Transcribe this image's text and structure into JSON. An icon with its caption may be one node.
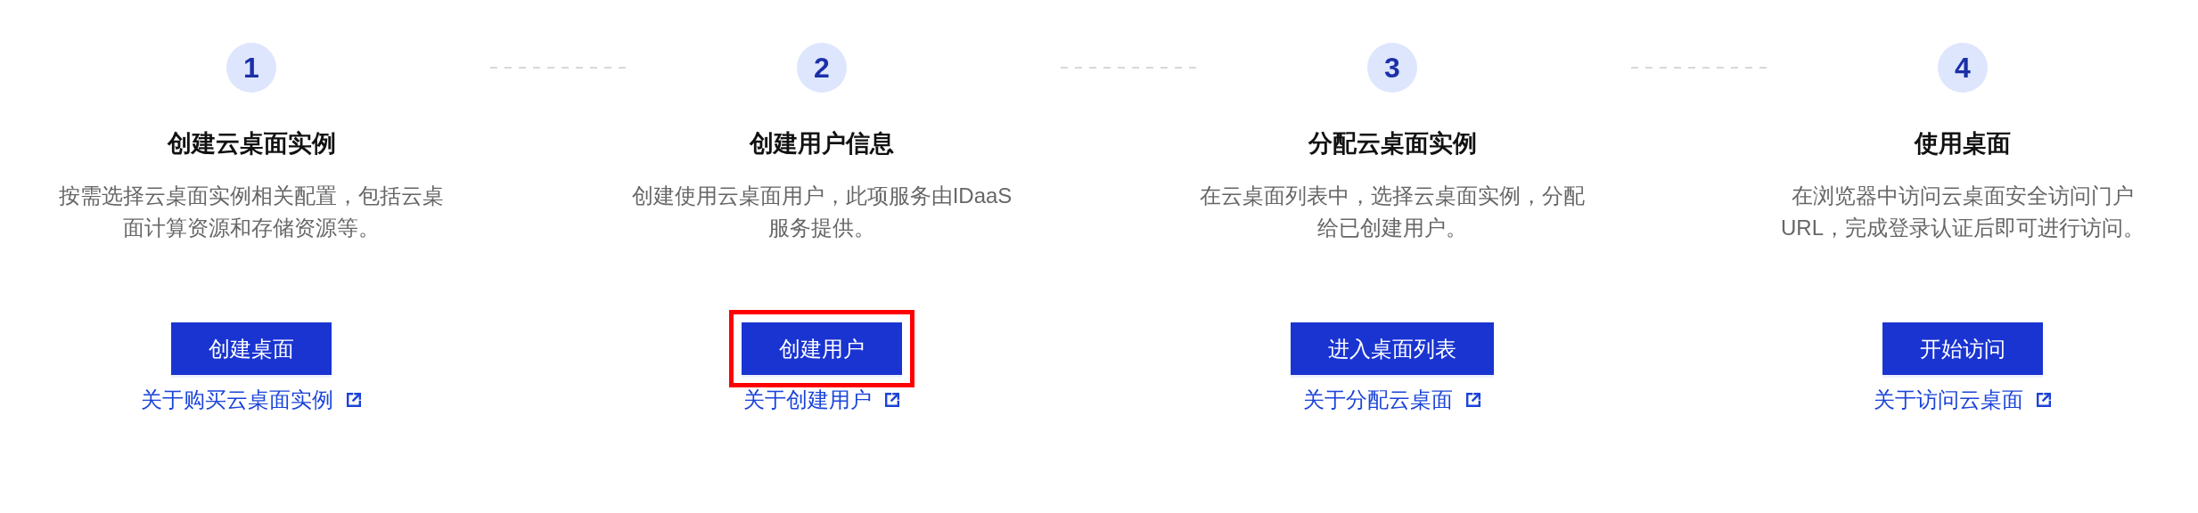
{
  "diagram": {
    "nodes": [
      {
        "text": [
          "1"
        ],
        "beside": [
          "创建云桌面实例",
          "按需选择云桌面实例相关配置，包括云桌面计算资源和存储资源等。"
        ]
      },
      {
        "text": [
          "创建桌面"
        ],
        "beside": [
          "关于购买云桌面实例"
        ]
      },
      {
        "text": [
          "2"
        ],
        "beside": [
          "创建用户信息",
          "创建使用云桌面用户，此项服务由IDaaS服务提供。"
        ]
      },
      {
        "text": [],
        "shape": "box"
      },
      {
        "text": [
          "创建用户"
        ],
        "in": 3,
        "beside": [
          "关于创建用户"
        ]
      },
      {
        "text": [
          "3"
        ],
        "beside": [
          "分配云桌面实例",
          "在云桌面列表中，选择云桌面实例，分配给已创建用户。"
        ]
      },
      {
        "text": [
          "进入桌面列表"
        ],
        "beside": [
          "关于分配云桌面"
        ]
      },
      {
        "text": [
          "4"
        ],
        "beside": [
          "使用桌面",
          "在浏览器中访问云桌面安全访问门户URL，完成登录认证后即可进行访问。"
        ]
      },
      {
        "text": [
          "开始访问"
        ],
        "beside": [
          "关于访问云桌面"
        ]
      }
    ],
    "edges": [
      {
        "from": 0,
        "to": 2,
        "arrow": "none",
        "style": "dashed"
      },
      {
        "from": 2,
        "to": 5,
        "arrow": "none",
        "style": "dashed"
      },
      {
        "from": 5,
        "to": 7,
        "arrow": "none",
        "style": "dashed"
      }
    ]
  }
}
